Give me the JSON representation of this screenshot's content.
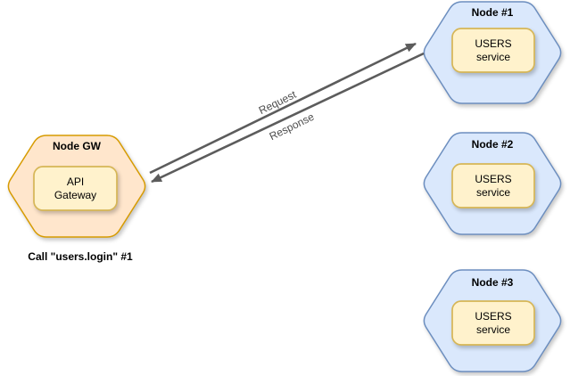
{
  "diagram": {
    "gateway_node": {
      "title": "Node GW",
      "service": {
        "lines": [
          "API",
          "Gateway"
        ]
      },
      "caption": "Call \"users.login\" #1"
    },
    "nodes": [
      {
        "title": "Node #1",
        "service": {
          "lines": [
            "USERS",
            "service"
          ]
        }
      },
      {
        "title": "Node #2",
        "service": {
          "lines": [
            "USERS",
            "service"
          ]
        }
      },
      {
        "title": "Node #3",
        "service": {
          "lines": [
            "USERS",
            "service"
          ]
        }
      }
    ],
    "edges": [
      {
        "label": "Request"
      },
      {
        "label": "Response"
      }
    ],
    "colors": {
      "gateway_fill": "#FFE6CC",
      "gateway_stroke": "#D79B00",
      "node_fill": "#DAE8FC",
      "node_stroke": "#6C8EBF",
      "service_fill": "#FFF2CC",
      "service_stroke": "#D6B656",
      "arrow": "#5C5C5C"
    }
  }
}
